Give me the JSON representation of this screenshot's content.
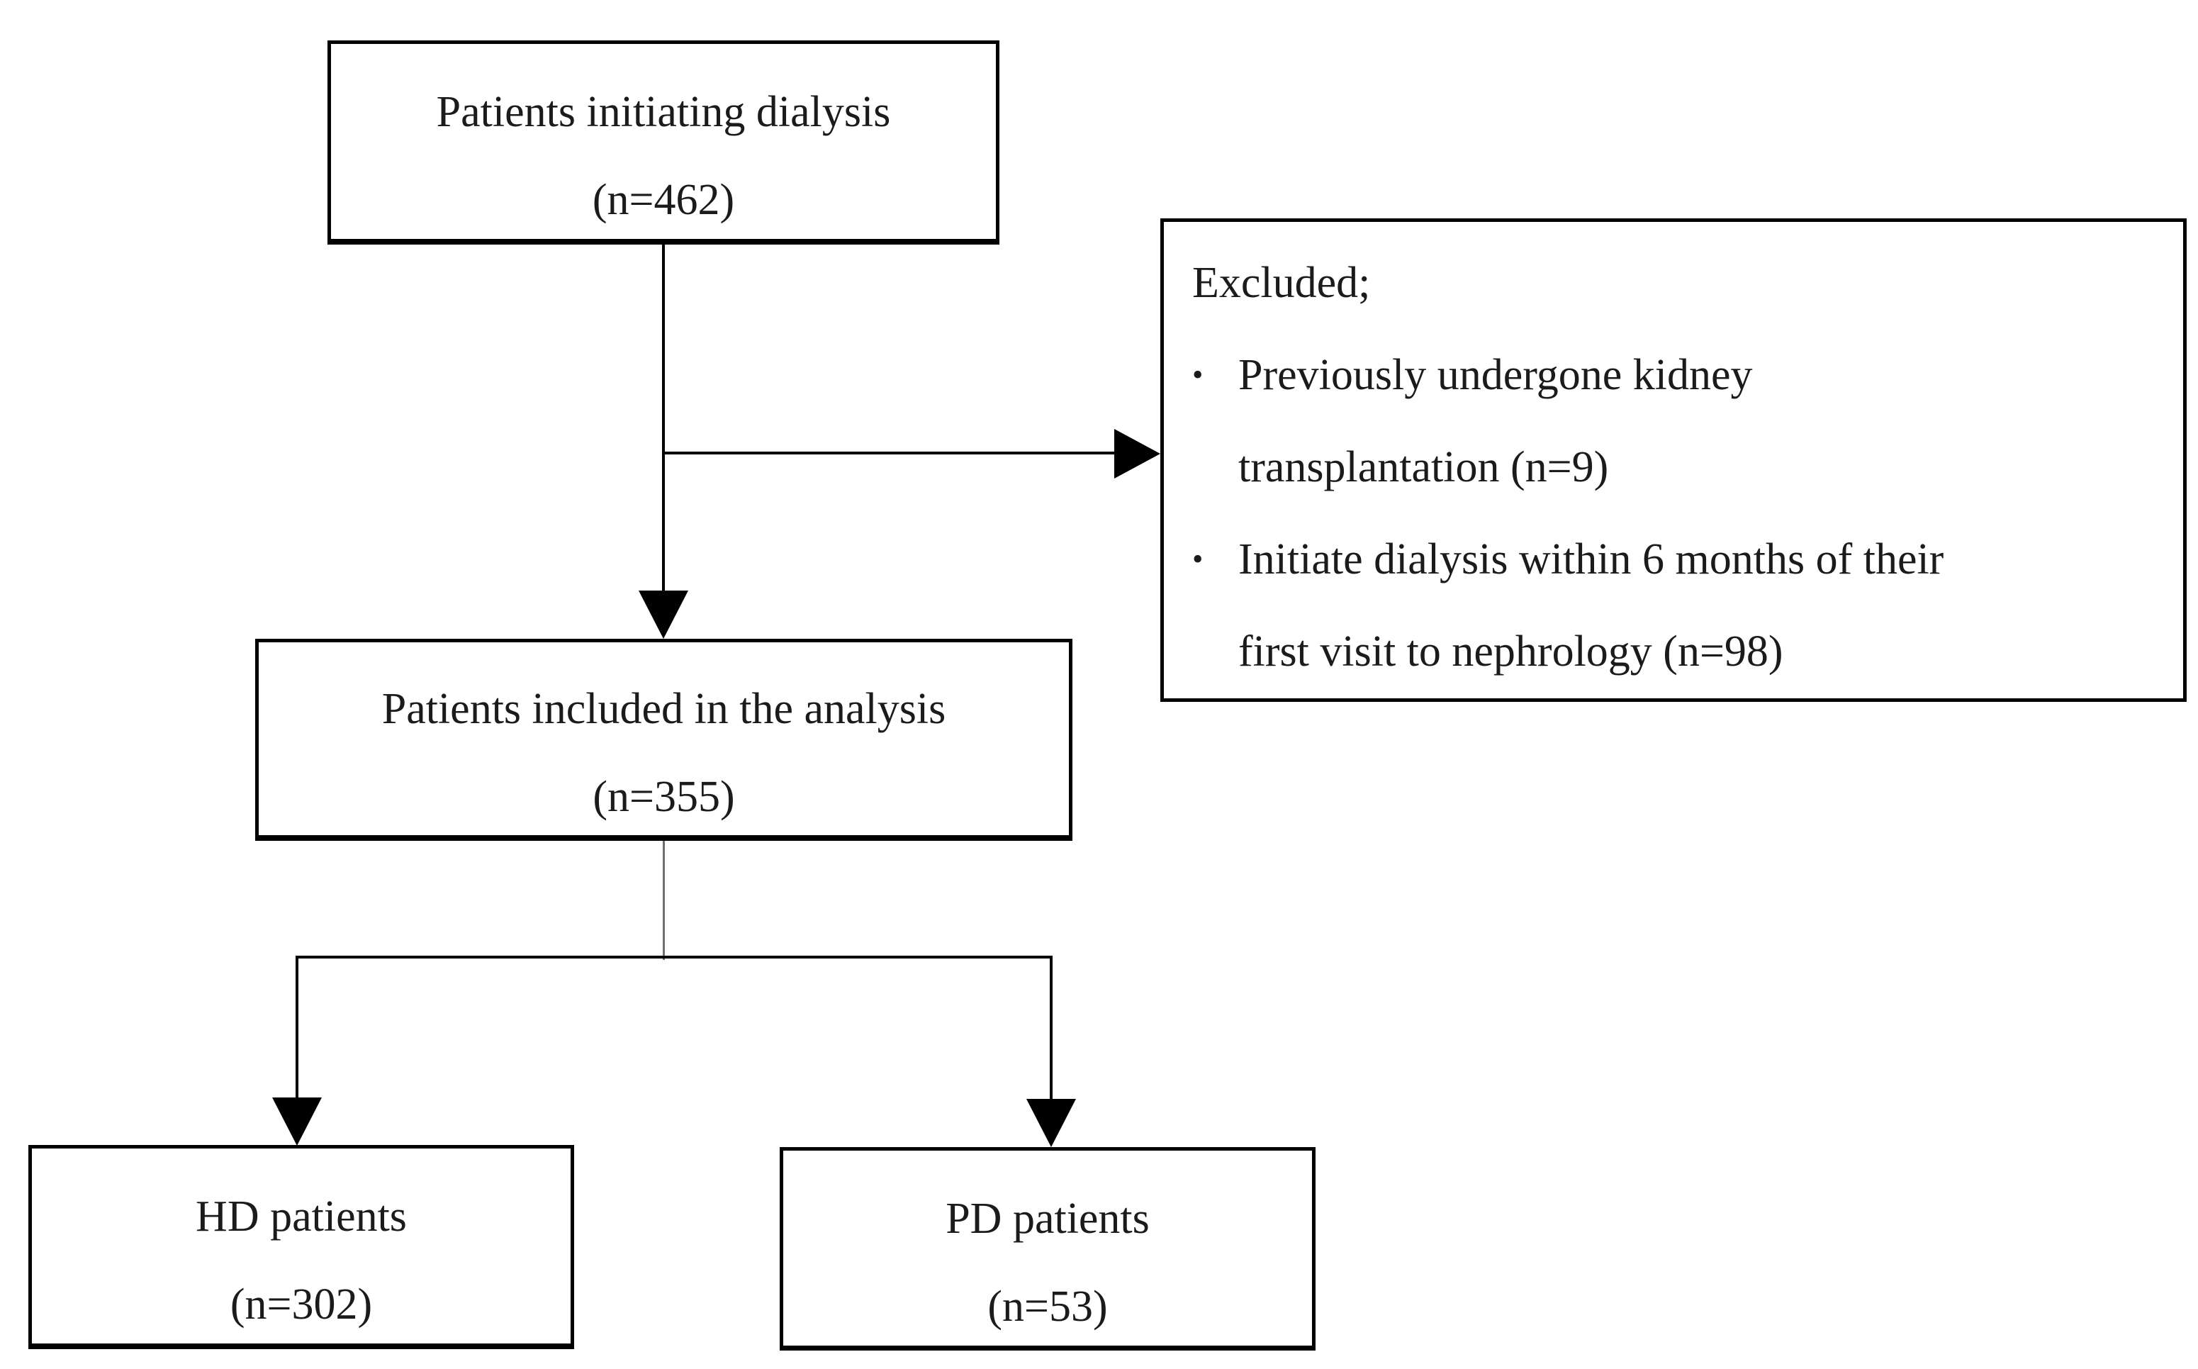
{
  "figure": {
    "background": "#ffffff",
    "text_color": "#1b1b1b",
    "border_color": "#000000",
    "connector_color": "#000000",
    "stub_color": "#707070",
    "bullet_char": "•"
  },
  "nodes": {
    "initiating": {
      "title": "Patients initiating dialysis",
      "count": "(n=462)"
    },
    "excluded": {
      "heading": "Excluded;",
      "bullets": [
        {
          "line1": "Previously undergone kidney",
          "line2": "transplantation (n=9)"
        },
        {
          "line1": "Initiate dialysis within 6 months of their",
          "line2": "first visit to nephrology (n=98)"
        }
      ]
    },
    "included": {
      "title": "Patients included in the analysis",
      "count": "(n=355)"
    },
    "hd": {
      "title": "HD patients",
      "count": "(n=302)"
    },
    "pd": {
      "title": "PD patients",
      "count": "(n=53)"
    }
  }
}
